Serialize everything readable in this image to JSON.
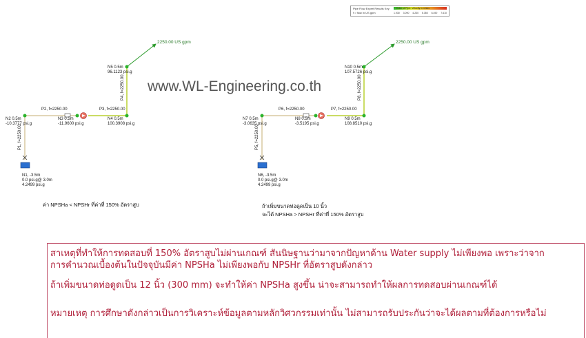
{
  "watermark": "www.WL-Engineering.co.th",
  "legend": {
    "title": "Pipe Flow Expert Results Key",
    "subtitle": "f = flow in US gpm",
    "bar_label": "Color of Pipe: Velocity in m/sec",
    "ticks": [
      "1.930",
      "3.090",
      "4.230",
      "5.350",
      "6.490",
      "7.610"
    ]
  },
  "left": {
    "outflow": "2250.00 US gpm",
    "n1": [
      "N1, -3.5m",
      "0.0 psi.g@ 3.0m",
      "4.2499 psi.g"
    ],
    "n2": [
      "N2 0.5m",
      "-10.3777 psi.g"
    ],
    "n3": [
      "N3 0.5m",
      "-11.9600 psi.g"
    ],
    "n4": [
      "N4 0.5m",
      "100.3908 psi.g"
    ],
    "n5": [
      "N5 0.5m",
      "96.1123 psi.g"
    ],
    "p1": "P1, f=2250.00",
    "p2": "P2, f=2250.00",
    "p3": "P3, f=2250.00",
    "p4": "P4, f=2250.00",
    "note": "ค่า NPSHa < NPSHr ที่ค่าที่ 150% อัตราสูบ"
  },
  "right": {
    "outflow": "2250.00 US gpm",
    "n6": [
      "N6, -3.5m",
      "0.0 psi.g@ 3.0m",
      "4.2499 psi.g"
    ],
    "n7": [
      "N7 0.5m",
      "-3.0635 psi.g"
    ],
    "n8": [
      "N8 0.5m",
      "-3.5195 psi.g"
    ],
    "n9": [
      "N9 0.5m",
      "108.8510 psi.g"
    ],
    "n10": [
      "N10 0.5m",
      "107.5726 psi.g"
    ],
    "p5": "P5, f=2250.00",
    "p6": "P6, f=2250.00",
    "p7": "P7, f=2250.00",
    "p8": "P8, f=2250.00",
    "note_line1": "ถ้าเพิ่มขนาดท่อดูดเป็น 10 นิ้ว",
    "note_line2": "จะได้ NPSHa > NPSHr ที่ค่าที่ 150% อัตราสูบ"
  },
  "textbox": {
    "para1": "สาเหตุที่ทำให้การทดสอบที่ 150% อัตราสูบไม่ผ่านเกณฑ์ สันนิษฐานว่ามาจากปัญหาด้าน Water supply ไม่เพียงพอ เพราะว่าจาก\nการคำนวณเบื้องต้นในปัจจุบันมีค่า NPSHa ไม่เพียงพอกับ NPSHr ที่อัตราสูบดังกล่าว",
    "para2": "ถ้าเพิ่มขนาดท่อดูดเป็น 12 นิ้ว (300 mm) จะทำให้ค่า NPSHa สูงขึ้น น่าจะสามารถทำให้ผลการทดสอบผ่านเกณฑ์ได้",
    "para3": "หมายเหตุ การศึกษาดังกล่าวเป็นการวิเคราะห์ข้อมูลตามหลักวิศวกรรมเท่านั้น ไม่สามารถรับประกันว่าจะได้ผลตามที่ต้องการหรือไม่"
  }
}
